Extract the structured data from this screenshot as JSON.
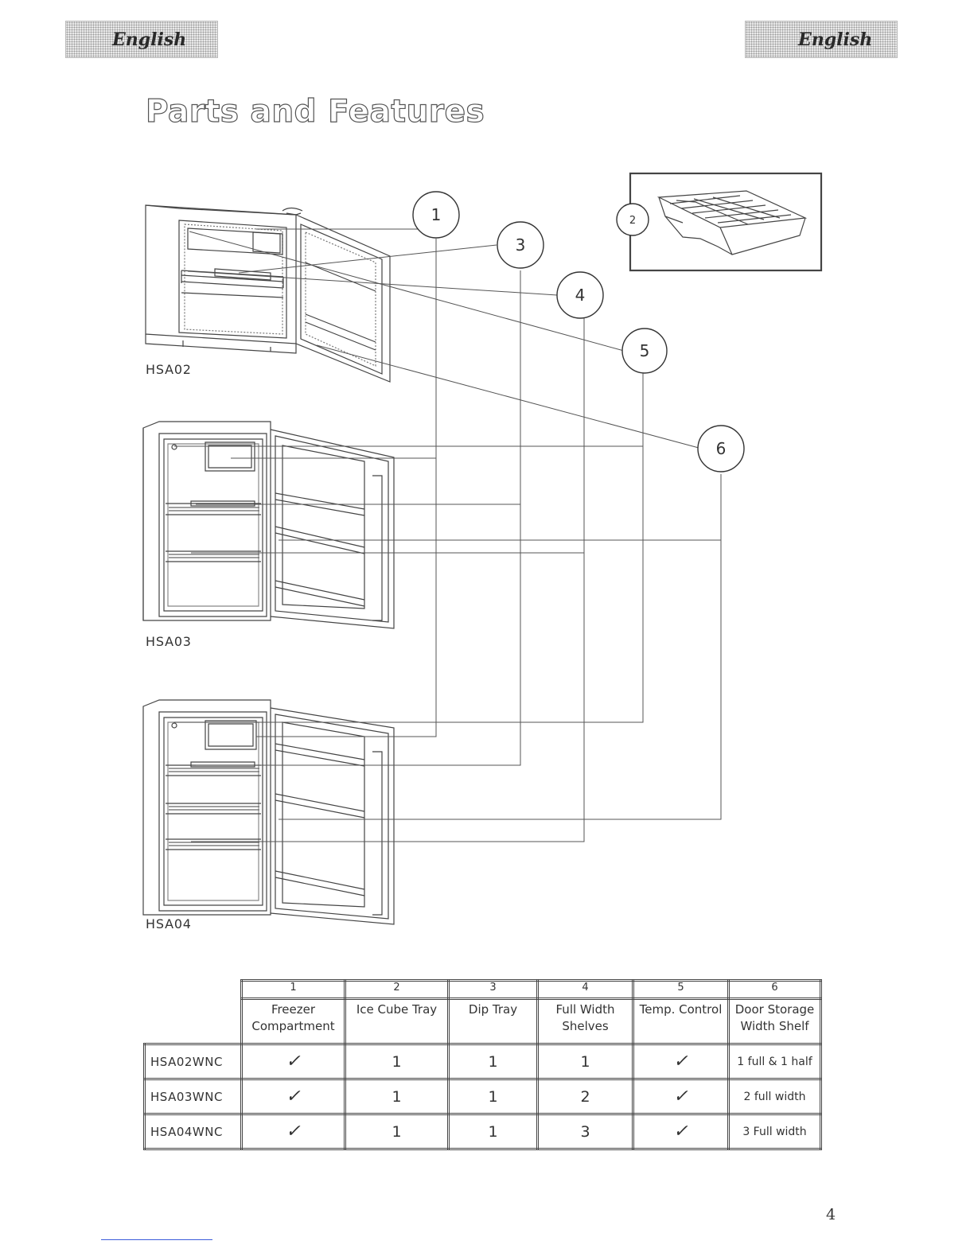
{
  "header": {
    "lang_left": "English",
    "lang_right": "English"
  },
  "title": "Parts and Features",
  "diagram": {
    "models": [
      "HSA02",
      "HSA03",
      "HSA04"
    ],
    "callouts": [
      "1",
      "2",
      "3",
      "4",
      "5",
      "6"
    ]
  },
  "table": {
    "columns": [
      {
        "num": "1",
        "name": "Freezer Compartment"
      },
      {
        "num": "2",
        "name": "Ice Cube Tray"
      },
      {
        "num": "3",
        "name": "Dip Tray"
      },
      {
        "num": "4",
        "name": "Full Width Shelves"
      },
      {
        "num": "5",
        "name": "Temp. Control"
      },
      {
        "num": "6",
        "name": "Door Storage Width Shelf"
      }
    ],
    "rows": [
      {
        "model": "HSA02WNC",
        "freezer": "✓",
        "ice_tray": "1",
        "dip_tray": "1",
        "shelves": "1",
        "temp_control": "✓",
        "door_shelf": "1 full & 1 half"
      },
      {
        "model": "HSA03WNC",
        "freezer": "✓",
        "ice_tray": "1",
        "dip_tray": "1",
        "shelves": "2",
        "temp_control": "✓",
        "door_shelf": "2 full width"
      },
      {
        "model": "HSA04WNC",
        "freezer": "✓",
        "ice_tray": "1",
        "dip_tray": "1",
        "shelves": "3",
        "temp_control": "✓",
        "door_shelf": "3 Full width"
      }
    ]
  },
  "page_number": "4"
}
